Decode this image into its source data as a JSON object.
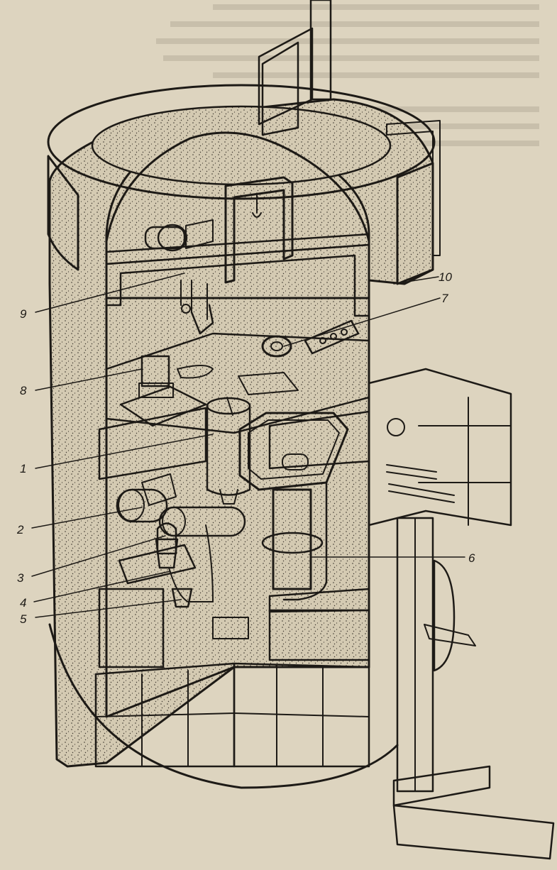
{
  "figure": {
    "callouts": [
      {
        "id": "1",
        "text": "1"
      },
      {
        "id": "2",
        "text": "2"
      },
      {
        "id": "3",
        "text": "3"
      },
      {
        "id": "4",
        "text": "4"
      },
      {
        "id": "5",
        "text": "5"
      },
      {
        "id": "6",
        "text": "6"
      },
      {
        "id": "7",
        "text": "7"
      },
      {
        "id": "8",
        "text": "8"
      },
      {
        "id": "9",
        "text": "9"
      },
      {
        "id": "10",
        "text": "10"
      }
    ]
  },
  "colors": {
    "paper": "#ddd4bf",
    "ink": "#1d1a16",
    "concrete": "#cfc4ab"
  }
}
